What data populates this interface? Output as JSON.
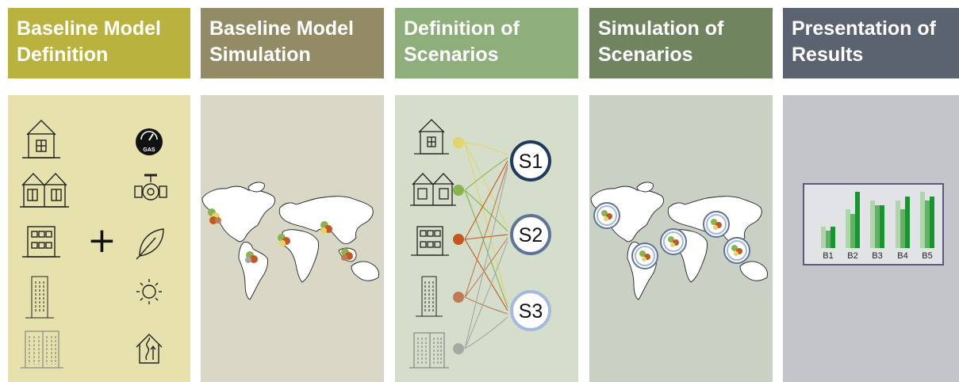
{
  "steps": [
    {
      "line1": "Baseline Model",
      "line2": "Definition",
      "header_color": "#bab23f",
      "panel_color": "#e7e1ad"
    },
    {
      "line1": "Baseline Model",
      "line2": "Simulation",
      "header_color": "#938b66",
      "panel_color": "#d9d7c5"
    },
    {
      "line1": "Definition of",
      "line2": "Scenarios",
      "header_color": "#8eaf7c",
      "panel_color": "#d5decb"
    },
    {
      "line1": "Simulation of",
      "line2": "Scenarios",
      "header_color": "#6f845f",
      "panel_color": "#c9d1c5"
    },
    {
      "line1": "Presentation of",
      "line2": "Results",
      "header_color": "#5c6370",
      "panel_color": "#c3c5cb"
    }
  ],
  "definition": {
    "plus": "+",
    "building_icons": [
      "single-house-icon",
      "semi-detached-house-icon",
      "apartment-block-icon",
      "mid-rise-building-icon",
      "high-rise-building-icon"
    ],
    "resource_icons": [
      "gas-meter-icon",
      "water-valve-icon",
      "leaf-icon",
      "sun-icon",
      "heat-pump-icon"
    ],
    "gas_label": "GAS"
  },
  "scenarios": {
    "labels": [
      "S1",
      "S2",
      "S3"
    ],
    "ring_colors": [
      "#1e3a5c",
      "#5f7399",
      "#a4b9e0"
    ],
    "dot_colors": [
      "#e3d569",
      "#8ab24f",
      "#c4561f",
      "#bf7a57",
      "#a7a7a3"
    ]
  },
  "chart_data": {
    "type": "bar",
    "categories": [
      "B1",
      "B2",
      "B3",
      "B4",
      "B5"
    ],
    "series": [
      {
        "values": [
          5,
          9,
          11,
          11,
          13
        ],
        "color": "#aed6a8"
      },
      {
        "values": [
          4,
          8,
          10,
          9,
          11
        ],
        "color": "#63b068"
      },
      {
        "values": [
          5,
          13,
          10,
          12,
          12
        ],
        "color": "#18962e"
      }
    ],
    "ylim": [
      0,
      14
    ]
  }
}
